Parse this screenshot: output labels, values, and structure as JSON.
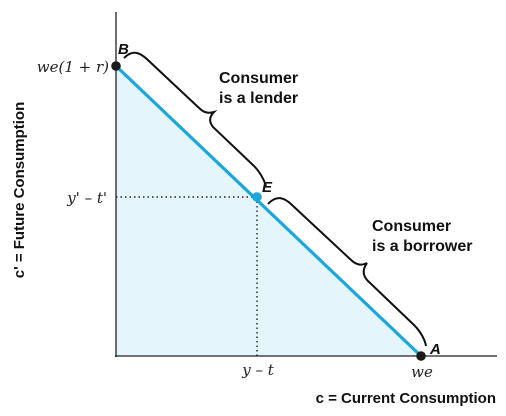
{
  "axes": {
    "x_title": "c = Current Consumption",
    "y_title": "c' = Future Consumption"
  },
  "ticks": {
    "y_top": "we(1 + r)",
    "y_mid": "y' – t'",
    "x_mid": "y – t",
    "x_end": "we"
  },
  "points": {
    "B": "B",
    "E": "E",
    "A": "A"
  },
  "annotations": {
    "lender_line1": "Consumer",
    "lender_line2": "is a lender",
    "borrower_line1": "Consumer",
    "borrower_line2": "is a borrower"
  },
  "colors": {
    "budget_line": "#1aa7dd",
    "feasible_fill": "#e4f5fb",
    "endpoint": "#1a1a1a",
    "point_e": "#1aa7dd"
  }
}
